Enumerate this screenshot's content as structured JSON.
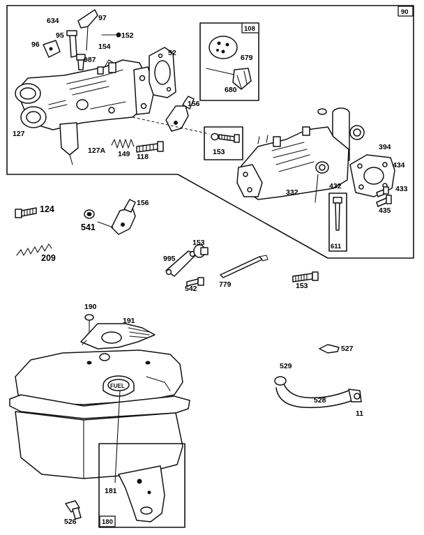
{
  "diagram": {
    "callouts": {
      "c634": "634",
      "c97": "97",
      "c95": "95",
      "c152": "152",
      "c154": "154",
      "c96": "96",
      "c987": "987",
      "c52": "52",
      "c127": "127",
      "c127a": "127A",
      "c149": "149",
      "c118": "118",
      "c156a": "156",
      "c153a": "153",
      "c679": "679",
      "c680": "680",
      "c394": "394",
      "c434": "434",
      "c433": "433",
      "c435": "435",
      "c432": "432",
      "c332": "332",
      "c124": "124",
      "c541": "541",
      "c156b": "156",
      "c209": "209",
      "c153b": "153",
      "c995": "995",
      "c542": "542",
      "c779": "779",
      "c153c": "153",
      "c190": "190",
      "c191": "191",
      "c527": "527",
      "c529": "529",
      "c528": "528",
      "c11": "11",
      "c181": "181",
      "c526": "526"
    },
    "boxes": {
      "b90": "90",
      "b108": "108",
      "b611": "611",
      "b180": "180"
    },
    "cap_text": "FUEL"
  }
}
